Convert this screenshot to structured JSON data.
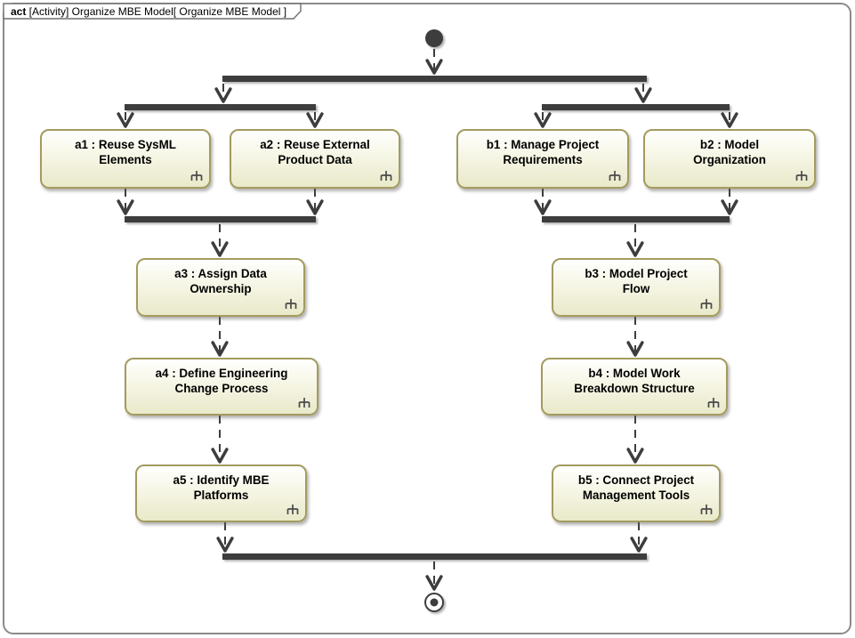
{
  "frame": {
    "keyword": "act",
    "title": " [Activity] Organize MBE Model[ Organize MBE Model ]",
    "full_title": "act [Activity] Organize MBE Model[ Organize MBE Model ]"
  },
  "colors": {
    "flow": "#3d3d3d",
    "node_border": "#a39b5f",
    "node_fill_bottom": "#e9e9ca",
    "frame_border": "#8a8a8a"
  },
  "actions": {
    "a1": {
      "label": "a1 : Reuse SysML Elements",
      "lines": [
        "a1 : Reuse SysML",
        "Elements"
      ]
    },
    "a2": {
      "label": "a2 : Reuse External Product Data",
      "lines": [
        "a2 : Reuse External",
        "Product Data"
      ]
    },
    "b1": {
      "label": "b1 : Manage Project Requirements",
      "lines": [
        "b1 : Manage Project",
        "Requirements"
      ]
    },
    "b2": {
      "label": "b2 : Model Organization",
      "lines": [
        "b2 : Model",
        "Organization"
      ]
    },
    "a3": {
      "label": "a3 : Assign Data Ownership",
      "lines": [
        "a3 : Assign Data",
        "Ownership"
      ]
    },
    "b3": {
      "label": "b3 : Model Project Flow",
      "lines": [
        "b3 : Model Project",
        "Flow"
      ]
    },
    "a4": {
      "label": "a4 : Define Engineering Change Process",
      "lines": [
        "a4 : Define Engineering",
        "Change Process"
      ]
    },
    "b4": {
      "label": "b4 : Model Work Breakdown Structure",
      "lines": [
        "b4 : Model Work",
        "Breakdown Structure"
      ]
    },
    "a5": {
      "label": "a5 : Identify MBE Platforms",
      "lines": [
        "a5 : Identify MBE",
        "Platforms"
      ]
    },
    "b5": {
      "label": "b5 : Connect Project Management Tools",
      "lines": [
        "b5 : Connect Project",
        "Management Tools"
      ]
    }
  },
  "flow_edges": [
    {
      "from": "initial",
      "to": "fork-main"
    },
    {
      "from": "fork-main",
      "to": "fork-left"
    },
    {
      "from": "fork-main",
      "to": "fork-right"
    },
    {
      "from": "fork-left",
      "to": "a1"
    },
    {
      "from": "fork-left",
      "to": "a2"
    },
    {
      "from": "fork-right",
      "to": "b1"
    },
    {
      "from": "fork-right",
      "to": "b2"
    },
    {
      "from": "a1",
      "to": "join-left"
    },
    {
      "from": "a2",
      "to": "join-left"
    },
    {
      "from": "b1",
      "to": "join-right"
    },
    {
      "from": "b2",
      "to": "join-right"
    },
    {
      "from": "join-left",
      "to": "a3"
    },
    {
      "from": "join-right",
      "to": "b3"
    },
    {
      "from": "a3",
      "to": "a4"
    },
    {
      "from": "b3",
      "to": "b4"
    },
    {
      "from": "a4",
      "to": "a5"
    },
    {
      "from": "b4",
      "to": "b5"
    },
    {
      "from": "a5",
      "to": "join-bottom"
    },
    {
      "from": "b5",
      "to": "join-bottom"
    },
    {
      "from": "join-bottom",
      "to": "final"
    }
  ]
}
